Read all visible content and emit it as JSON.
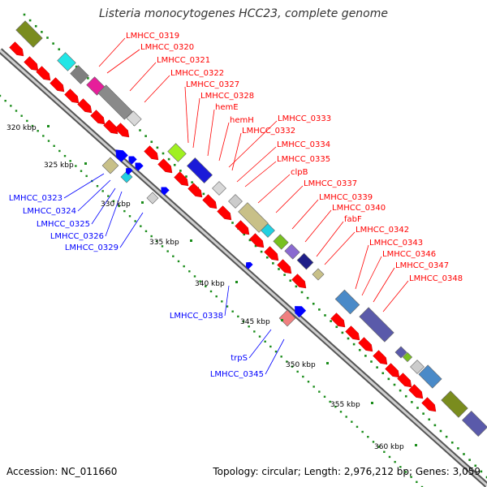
{
  "title": "Listeria monocytogenes HCC23, complete genome",
  "footer": {
    "accession": "Accession: NC_011660",
    "info": "Topology: circular; Length: 2,976,212 bp; Genes: 3,059"
  },
  "colors": {
    "forward": "#ff0000",
    "reverse": "#0000ff",
    "backbone": "#999999",
    "dots": "#1a8c1a"
  },
  "ticks": [
    "320 kbp",
    "325 kbp",
    "330 kbp",
    "335 kbp",
    "340 kbp",
    "345 kbp",
    "350 kbp",
    "355 kbp",
    "360 kbp"
  ],
  "red_labels": [
    "LMHCC_0319",
    "LMHCC_0320",
    "LMHCC_0321",
    "LMHCC_0322",
    "LMHCC_0327",
    "LMHCC_0328",
    "hemE",
    "hemH",
    "LMHCC_0333",
    "LMHCC_0332",
    "LMHCC_0334",
    "LMHCC_0335",
    "clpB",
    "LMHCC_0337",
    "LMHCC_0339",
    "LMHCC_0340",
    "fabF",
    "LMHCC_0342",
    "LMHCC_0343",
    "LMHCC_0346",
    "LMHCC_0347",
    "LMHCC_0348"
  ],
  "blue_labels": [
    "LMHCC_0323",
    "LMHCC_0324",
    "LMHCC_0325",
    "LMHCC_0326",
    "LMHCC_0329",
    "LMHCC_0338",
    "trpS",
    "LMHCC_0345"
  ]
}
